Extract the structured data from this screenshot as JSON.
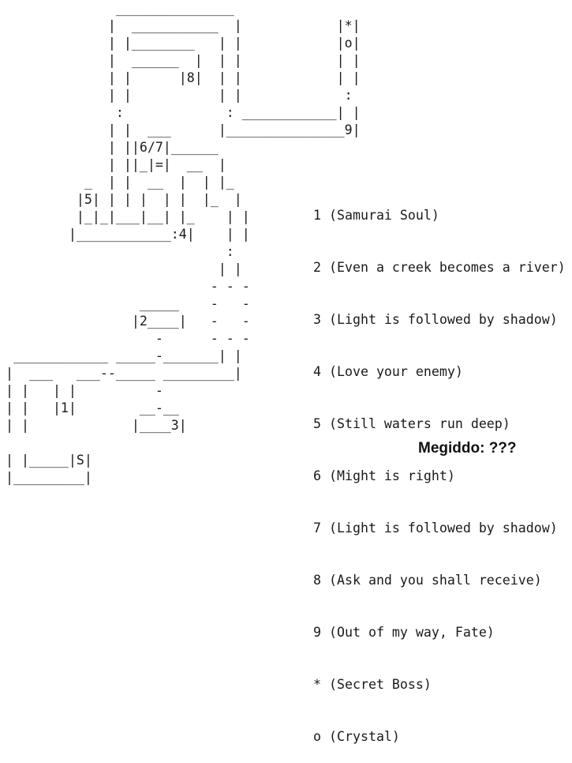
{
  "map": {
    "lines": [
      "              _______________",
      "             |  ___________  |            |*|",
      "             | |________   | |            |o|",
      "             |  ______  |  | |            | |",
      "             | |      |8|  | |            | |",
      "             | |           | |             :",
      "              :             : ____________| |",
      "             | |  ___      |_______________9|",
      "             | ||6/7|______",
      "             | ||_|=|  __  |",
      "          _  | |  __  |  | |_",
      "         |5| | | |  | |  |_  |",
      "         |_|_|___|__| |_    | |",
      "        |____________:4|    | |",
      "                            :",
      "                           | |",
      "                          - - -",
      "                 _____    -   -",
      "                |2____|   -   -",
      "                   -      - - -",
      " ____________ _____-_______| |",
      "|  ___   ___--_____ _________|",
      "| |   | |          -",
      "| |   |1|        __-__",
      "| |             |____3|",
      "",
      "| |_____|S|",
      "|_________|"
    ]
  },
  "legend": [
    {
      "key": "1",
      "label": "(Samurai Soul)"
    },
    {
      "key": "2",
      "label": "(Even a creek becomes a river)"
    },
    {
      "key": "3",
      "label": "(Light is followed by shadow)"
    },
    {
      "key": "4",
      "label": "(Love your enemy)"
    },
    {
      "key": "5",
      "label": "(Still waters run deep)"
    },
    {
      "key": "6",
      "label": "(Might is right)"
    },
    {
      "key": "7",
      "label": "(Light is followed by shadow)"
    },
    {
      "key": "8",
      "label": "(Ask and you shall receive)"
    },
    {
      "key": "9",
      "label": "(Out of my way, Fate)"
    },
    {
      "key": "*",
      "label": "(Secret Boss)"
    },
    {
      "key": "o",
      "label": "(Crystal)"
    }
  ],
  "note": {
    "text": "Megiddo: ???"
  }
}
